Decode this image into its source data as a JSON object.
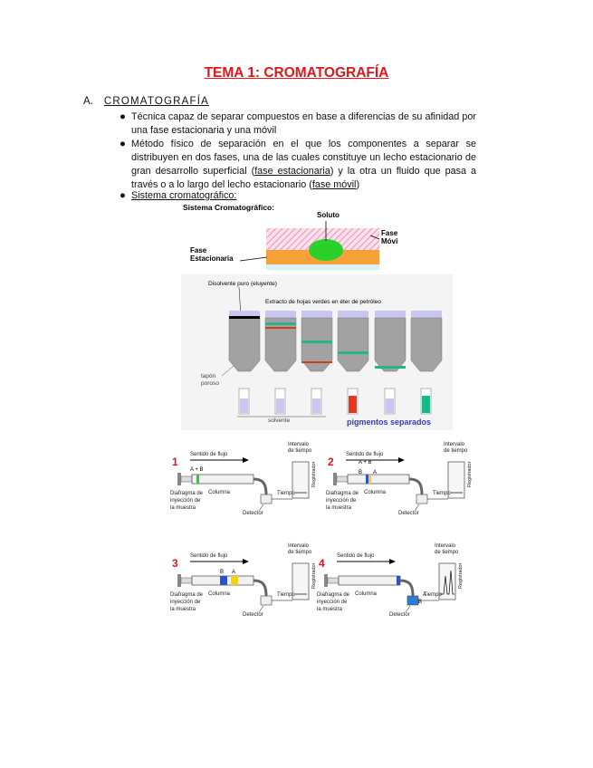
{
  "title": "TEMA 1: CROMATOGRAFÍA",
  "section": {
    "letter": "A.",
    "name": "CROMATOGRAFÍA"
  },
  "bullets": [
    {
      "text": "Técnica capaz de separar compuestos en base a diferencias de su afinidad por una fase estacionaria y una móvil"
    },
    {
      "text_a": "Método físico de separación en el que los componentes a separar se distribuyen en dos fases, una de las cuales constituye un lecho estacionario de gran desarrollo superficial (",
      "link_a": "fase estacionaria",
      "text_b": ") y la otra un fluido que pasa a través o a lo largo del lecho estacionario (",
      "link_b": "fase móvil",
      "text_c": ")"
    },
    {
      "text": "Sistema cromatográfico:"
    }
  ],
  "bullet_glyph": "●",
  "fig1": {
    "title": "Sistema Cromatográfico:",
    "soluto": "Soluto",
    "fase_movil_1": "Fase",
    "fase_movil_2": "Móvil",
    "fase_est_1": "Fase",
    "fase_est_2": "Estacionaria"
  },
  "fig2": {
    "solvent_label": "Disolvente puro (eluyente)",
    "extract_label": "Extracto de hojas verdes en éter de petróleo",
    "tapon_1": "tapón",
    "tapon_2": "poroso",
    "solvente": "solvente",
    "pigments": "pigmentos separados"
  },
  "panels": [
    {
      "num": "1",
      "flow": "Sentido de flujo",
      "interval_1": "Intervalo",
      "interval_2": "de tiempo",
      "ab": "A + B",
      "columna": "Columna",
      "diafragma_1": "Diafragma de",
      "diafragma_2": "inyección de",
      "diafragma_3": "la muestra",
      "detector": "Detector",
      "tiempo": "Tiempo",
      "registrador": "Registrador"
    },
    {
      "num": "2",
      "flow": "Sentido de flujo",
      "interval_1": "Intervalo",
      "interval_2": "de tiempo",
      "ab": "A + B",
      "b": "B",
      "a": "A",
      "columna": "Columna",
      "diafragma_1": "Diafragma de",
      "diafragma_2": "inyección de",
      "diafragma_3": "la muestra",
      "detector": "Detector",
      "tiempo": "Tiempo",
      "registrador": "Registrador"
    },
    {
      "num": "3",
      "flow": "Sentido de flujo",
      "interval_1": "Intervalo",
      "interval_2": "de tiempo",
      "b": "B",
      "a": "A",
      "columna": "Columna",
      "diafragma_1": "Diafragma de",
      "diafragma_2": "inyección de",
      "diafragma_3": "la muestra",
      "detector": "Detector",
      "tiempo": "Tiempo",
      "registrador": "Registrador"
    },
    {
      "num": "4",
      "flow": "Sentido de flujo",
      "interval_1": "Intervalo",
      "interval_2": "de tiempo",
      "b": "B",
      "a": "A",
      "columna": "Columna",
      "diafragma_1": "Diafragma de",
      "diafragma_2": "inyección de",
      "diafragma_3": "la muestra",
      "detector": "Detector",
      "tiempo": "Tiempo",
      "registrador": "Registrador"
    }
  ],
  "colors": {
    "title": "#e0161b",
    "pink": "#f08fb7",
    "green": "#2bd12b",
    "orange": "#f6a03a",
    "teal": "#24b58a",
    "red": "#d83a1a",
    "lavender": "#b8b4f0",
    "gray": "#a2a2a2",
    "pigment_blue": "#3a3ab8"
  }
}
